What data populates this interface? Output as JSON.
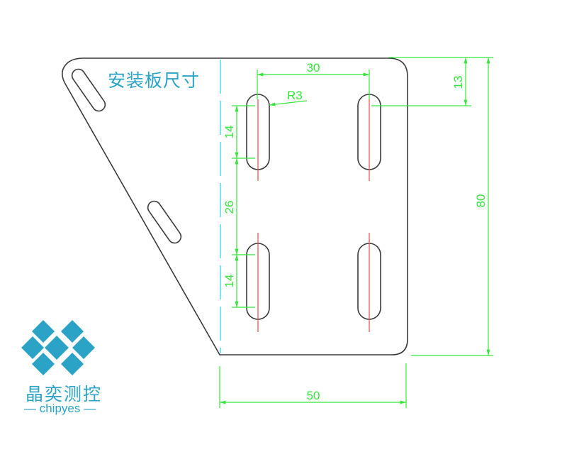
{
  "title": "安装板尺寸",
  "logo": {
    "name_cn": "晶奕测控",
    "name_en": "— chipyes —",
    "color": "#2aa3c6"
  },
  "dimensions": {
    "top_slot_spacing": "30",
    "slot_radius": "R3",
    "upper_slot_length": "14",
    "slot_gap": "26",
    "lower_slot_length": "14",
    "top_offset": "13",
    "total_height": "80",
    "total_width": "50"
  },
  "colors": {
    "outline": "#3a3a3a",
    "centerline": "#e84a4a",
    "dimension": "#33e83a",
    "construction": "#33d6e8"
  }
}
